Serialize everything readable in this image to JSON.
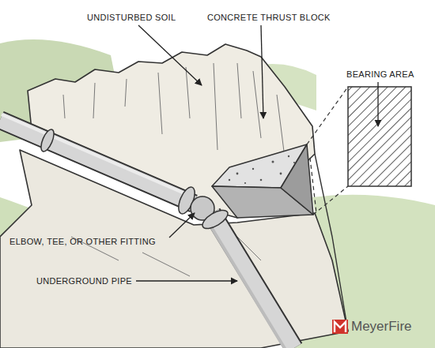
{
  "diagram": {
    "labels": [
      "UNDISTURBED SOIL",
      "CONCRETE THRUST BLOCK",
      "BEARING AREA",
      "ELBOW, TEE, OR OTHER FITTING",
      "UNDERGROUND PIPE",
      "MeyerFire"
    ]
  }
}
